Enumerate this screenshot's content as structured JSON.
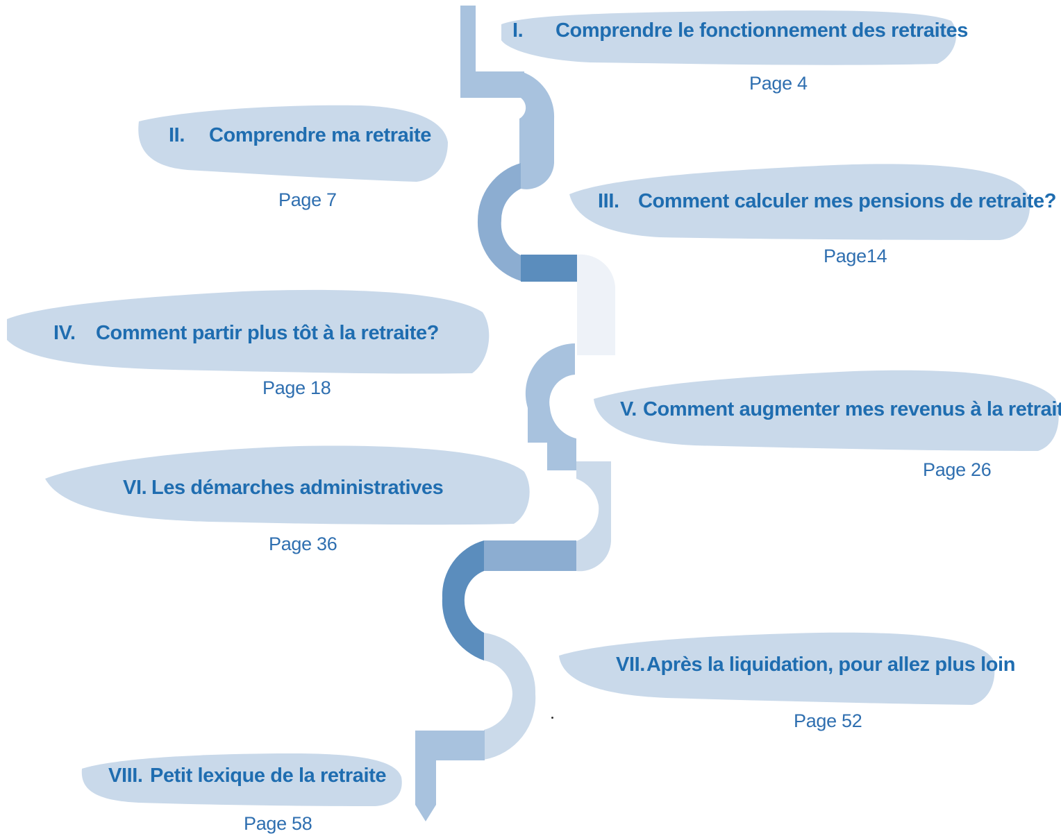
{
  "colors": {
    "blob": "#c9d9ea",
    "title_text": "#1f6db0",
    "page_text": "#2f6fb0",
    "road_dark": "#5b8dbd",
    "road_mid": "#8cadd1",
    "road_light": "#a8c2de",
    "road_pale": "#cbdaea",
    "road_faint": "#eef2f8"
  },
  "sections": [
    {
      "number": "I.",
      "title": "Comprendre le fonctionnement des retraites",
      "page": "Page 4"
    },
    {
      "number": "II.",
      "title": "Comprendre ma retraite",
      "page": "Page 7"
    },
    {
      "number": "III.",
      "title": "Comment calculer mes pensions de retraite?",
      "page": "Page14"
    },
    {
      "number": "IV.",
      "title": "Comment partir plus tôt à la retraite?",
      "page": "Page 18"
    },
    {
      "number": "V.",
      "title": "Comment augmenter mes revenus à la retraite?",
      "page": "Page 26"
    },
    {
      "number": "VI.",
      "title": "Les démarches administratives",
      "page": "Page 36"
    },
    {
      "number": "VII.",
      "title": "Après la liquidation, pour allez plus loin",
      "page": "Page 52"
    },
    {
      "number": "VIII.",
      "title": "Petit lexique de la retraite",
      "page": "Page 58"
    }
  ]
}
